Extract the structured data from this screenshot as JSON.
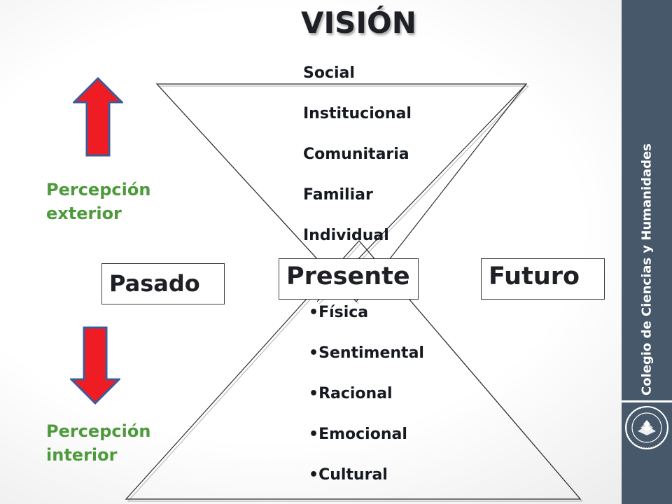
{
  "title": "VISIÓN",
  "perception_levels": [
    "Social",
    "Institucional",
    "Comunitaria",
    "Familiar",
    "Individual"
  ],
  "dimensions": [
    "Física",
    "Sentimental",
    "Racional",
    "Emocional",
    "Cultural"
  ],
  "timeline": {
    "past": "Pasado",
    "present": "Presente",
    "future": "Futuro"
  },
  "labels": {
    "exterior": [
      "Percepción",
      "exterior"
    ],
    "interior": [
      "Percepción",
      "interior"
    ]
  },
  "sidebar": {
    "college_name": "Colegio de Ciencias y Humanidades"
  },
  "colors": {
    "arrow_fill": "#ef1c24",
    "arrow_stroke": "#3b5b9a",
    "label_green": "#4d9a3c",
    "sidebar_bg": "#46586a"
  },
  "icons": {
    "up_arrow": "arrow-up-icon",
    "down_arrow": "arrow-down-icon",
    "logo": "college-seal-logo"
  }
}
